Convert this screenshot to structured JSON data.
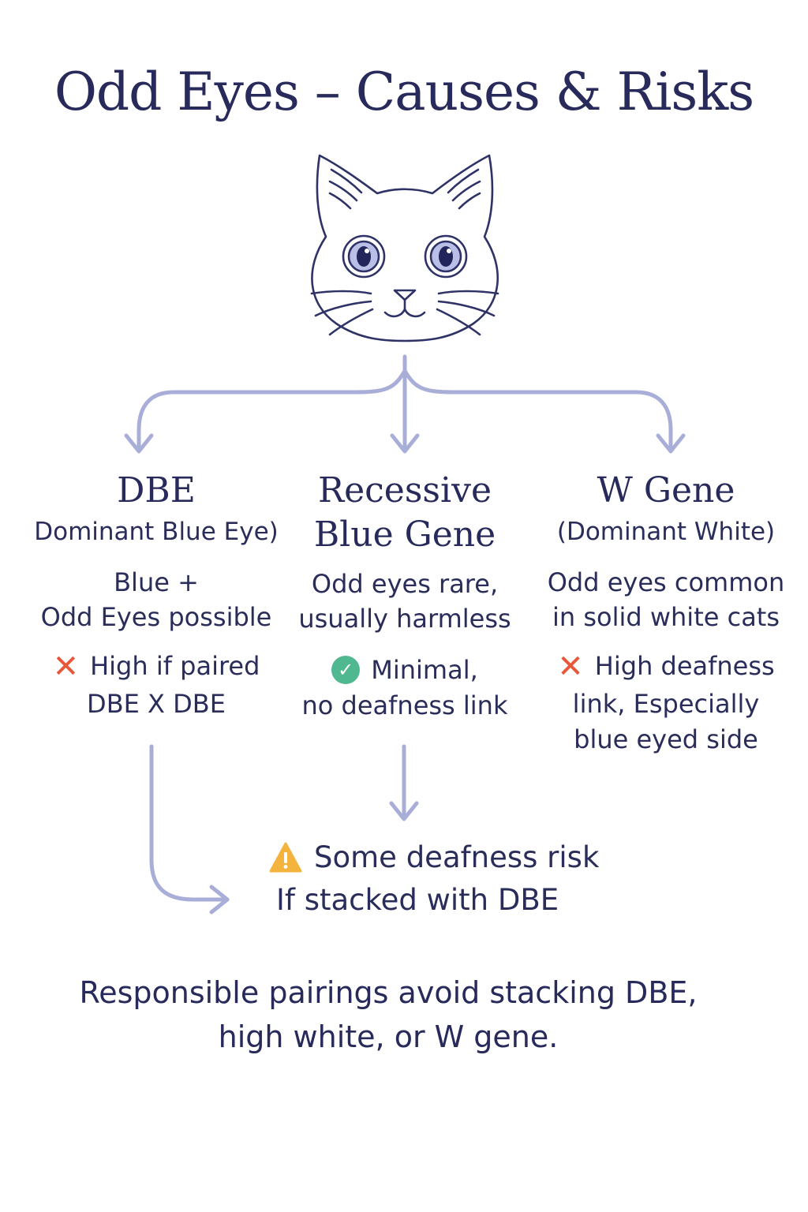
{
  "title": "Odd Eyes – Causes & Risks",
  "colors": {
    "ink": "#272a5a",
    "arrow": "#a9aed8",
    "cross": "#e8573a",
    "check": "#4fb890",
    "warning": "#f3b33d"
  },
  "icons": {
    "center": "cat-face-icon",
    "bad": "cross-icon",
    "good": "check-circle-icon",
    "caution": "warning-triangle-icon"
  },
  "columns": [
    {
      "heading": "DBE",
      "subtitle": "Dominant Blue Eye)",
      "desc_line1": "Blue +",
      "desc_line2": "Odd Eyes possible",
      "risk_line1": "High if paired",
      "risk_line2": "DBE X DBE",
      "risk_line3": ""
    },
    {
      "heading_line1": "Recessive",
      "heading_line2": "Blue Gene",
      "desc_line1": "Odd eyes rare,",
      "desc_line2": "usually harmless",
      "risk_line1": "Minimal,",
      "risk_line2": "no deafness link"
    },
    {
      "heading": "W Gene",
      "subtitle": "(Dominant White)",
      "desc_line1": "Odd eyes common",
      "desc_line2": "in solid white cats",
      "risk_line1": "High deafness",
      "risk_line2": "link, Especially",
      "risk_line3": "blue eyed side"
    }
  ],
  "outcome": {
    "line1": "Some deafness risk",
    "line2": "If stacked with DBE"
  },
  "footer": {
    "line1": "Responsible pairings avoid stacking DBE,",
    "line2": "high white, or W gene."
  }
}
